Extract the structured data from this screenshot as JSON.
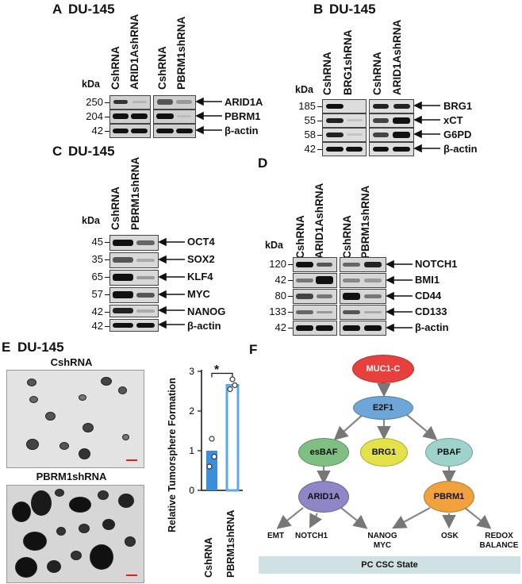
{
  "panelA": {
    "letter": "A",
    "cell_line": "DU-145",
    "kda": "kDa",
    "lanes": [
      "CshRNA",
      "ARID1AshRNA",
      "CshRNA",
      "PBRM1shRNA"
    ],
    "rows": [
      {
        "mw": "250",
        "protein": "ARID1A"
      },
      {
        "mw": "204",
        "protein": "PBRM1"
      },
      {
        "mw": "42",
        "protein": "β-actin"
      }
    ]
  },
  "panelB": {
    "letter": "B",
    "cell_line": "DU-145",
    "kda": "kDa",
    "lanes": [
      "CshRNA",
      "BRG1shRNA",
      "CshRNA",
      "ARID1AshRNA"
    ],
    "rows": [
      {
        "mw": "185",
        "protein": "BRG1"
      },
      {
        "mw": "55",
        "protein": "xCT"
      },
      {
        "mw": "58",
        "protein": "G6PD"
      },
      {
        "mw": "42",
        "protein": "β-actin"
      }
    ]
  },
  "panelC": {
    "letter": "C",
    "cell_line": "DU-145",
    "kda": "kDa",
    "lanes": [
      "CshRNA",
      "PBRM1shRNA"
    ],
    "rows": [
      {
        "mw": "45",
        "protein": "OCT4"
      },
      {
        "mw": "35",
        "protein": "SOX2"
      },
      {
        "mw": "65",
        "protein": "KLF4"
      },
      {
        "mw": "57",
        "protein": "MYC"
      },
      {
        "mw": "42",
        "protein": "NANOG"
      },
      {
        "mw": "42",
        "protein": "β-actin"
      }
    ]
  },
  "panelD": {
    "letter": "D",
    "kda": "kDa",
    "lanes": [
      "CshRNA",
      "ARID1AshRNA",
      "CshRNA",
      "PBRM1shRNA"
    ],
    "rows": [
      {
        "mw": "120",
        "protein": "NOTCH1"
      },
      {
        "mw": "42",
        "protein": "BMI1"
      },
      {
        "mw": "80",
        "protein": "CD44"
      },
      {
        "mw": "133",
        "protein": "CD133"
      },
      {
        "mw": "42",
        "protein": "β-actin"
      }
    ]
  },
  "panelE": {
    "letter": "E",
    "cell_line": "DU-145",
    "image_top": "CshRNA",
    "image_bottom": "PBRM1shRNA",
    "significance": "*",
    "chart_data": {
      "type": "bar",
      "categories": [
        "CshRNA",
        "PBRM1shRNA"
      ],
      "values": [
        1.0,
        2.65
      ],
      "points": [
        [
          0.6,
          0.85,
          1.3
        ],
        [
          2.55,
          2.65,
          2.8
        ]
      ],
      "ylabel": "Relative Tumorsphere Formation",
      "ylim": [
        0,
        3
      ],
      "yticks": [
        0,
        1,
        2,
        3
      ],
      "colors": [
        "#3b8fd8",
        "#5aa9ec"
      ]
    }
  },
  "panelF": {
    "letter": "F",
    "nodes": {
      "muc1c": "MUC1-C",
      "e2f1": "E2F1",
      "esbaf": "esBAF",
      "brg1": "BRG1",
      "pbaf": "PBAF",
      "arid1a": "ARID1A",
      "pbrm1": "PBRM1"
    },
    "targets": {
      "emt": "EMT",
      "notch1": "NOTCH1",
      "nanog": "NANOG",
      "myc": "MYC",
      "osk": "OSK",
      "redox1": "REDOX",
      "redox2": "BALANCE"
    },
    "state": "PC CSC State",
    "colors": {
      "muc1c": "#e8403c",
      "e2f1": "#6fa6d8",
      "esbaf": "#7fbf82",
      "brg1": "#e3e24a",
      "pbaf": "#9ed3cc",
      "arid1a": "#8f86c8",
      "pbrm1": "#f2a23c",
      "state": "#cfe1e3"
    }
  }
}
